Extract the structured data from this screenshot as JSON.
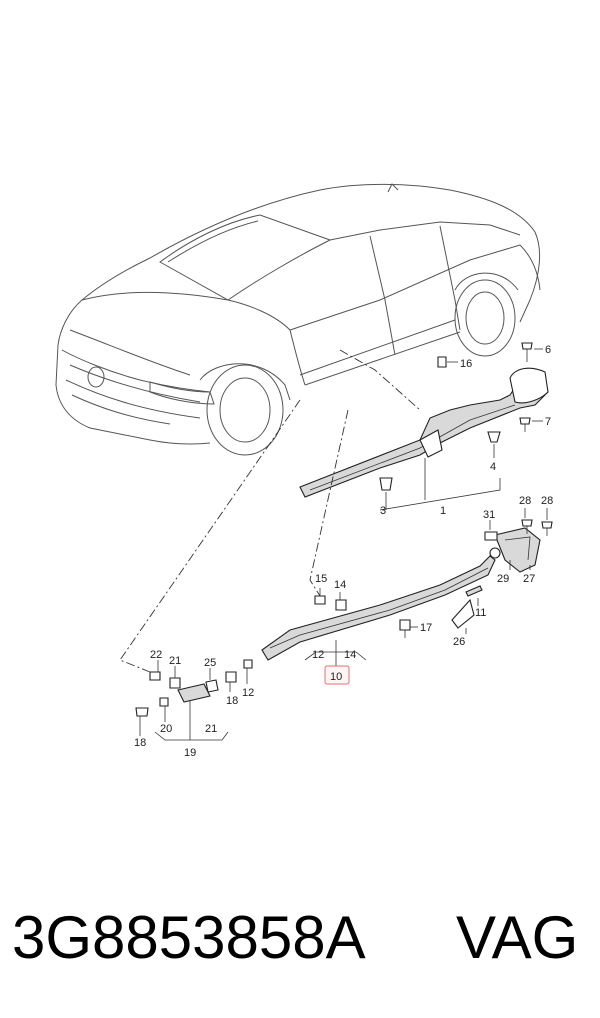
{
  "callouts": {
    "c1": "1",
    "c3": "3",
    "c4": "4",
    "c6": "6",
    "c7": "7",
    "c10": "10",
    "c11": "11",
    "c12a": "12",
    "c12b": "12",
    "c14a": "14",
    "c14b": "14",
    "c15": "15",
    "c16": "16",
    "c17": "17",
    "c18a": "18",
    "c18b": "18",
    "c19": "19",
    "c20": "20",
    "c21a": "21",
    "c21b": "21",
    "c22": "22",
    "c25": "25",
    "c26": "26",
    "c27": "27",
    "c28a": "28",
    "c28b": "28",
    "c29": "29",
    "c31": "31"
  },
  "footer": {
    "part_number": "3G8853858A",
    "brand": "VAG"
  }
}
